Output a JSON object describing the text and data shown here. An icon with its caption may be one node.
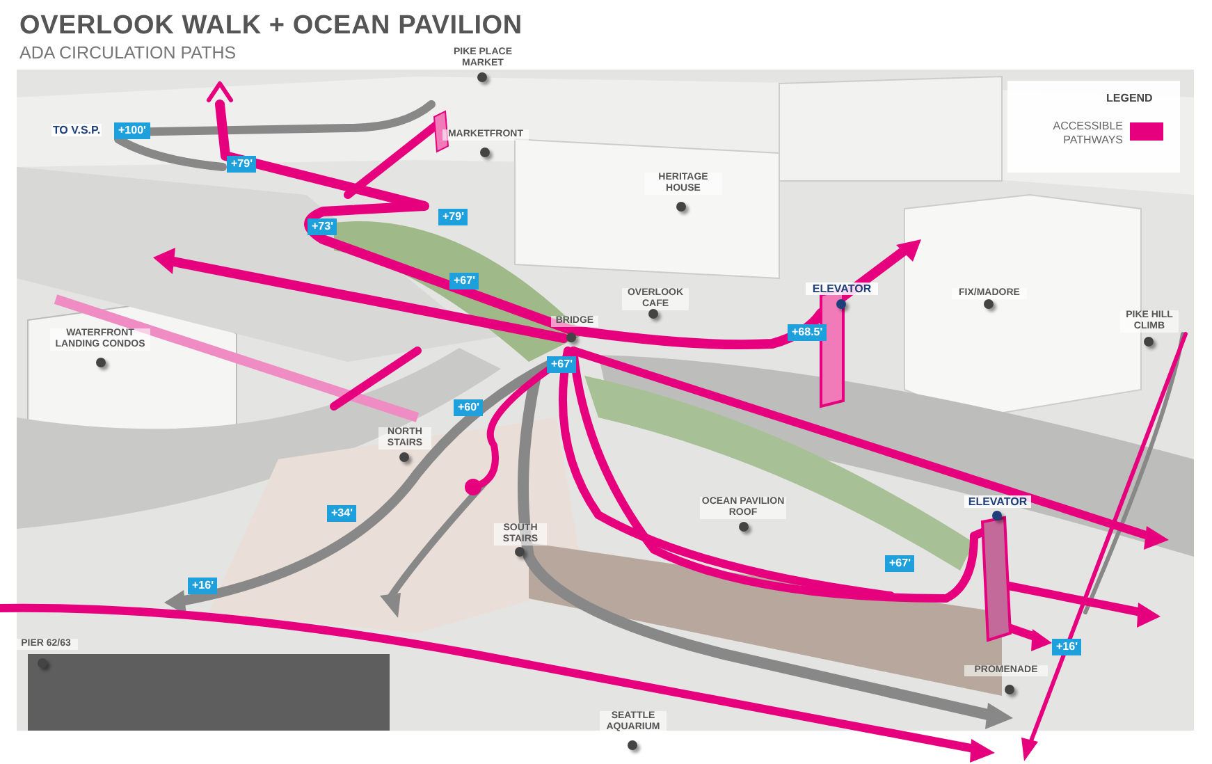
{
  "diagram": {
    "title": "OVERLOOK WALK + OCEAN PAVILION",
    "labels": [
      "ADA CIRCULATION PATHS",
      "LEGEND",
      "PIKE PLACE MARKET",
      "TO V.S.P.",
      "+100'",
      "MARKETFRONT",
      "+79'",
      "HERITAGE HOUSE",
      "+73'",
      "+79'",
      "+67'",
      "OVERLOOK CAFE",
      "ELEVATOR",
      "FIX/MADORE",
      "+68.5'",
      "BRIDGE",
      "WATERFRONT LANDING CONDOS",
      "PIKE HILL CLIMB",
      "+67'",
      "+60'",
      "NORTH STAIRS",
      "ELEVATOR",
      "OCEAN PAVILION ROOF",
      "+34'",
      "SOUTH STAIRS",
      "+67'",
      "+16'",
      "+16'",
      "PIER 62/63",
      "PROMENADE",
      "SEATTLE AQUARIUM"
    ],
    "legend": [
      {
        "text": "ACCESSIBLE PATHWAYS",
        "color": "#e6007e"
      }
    ]
  }
}
